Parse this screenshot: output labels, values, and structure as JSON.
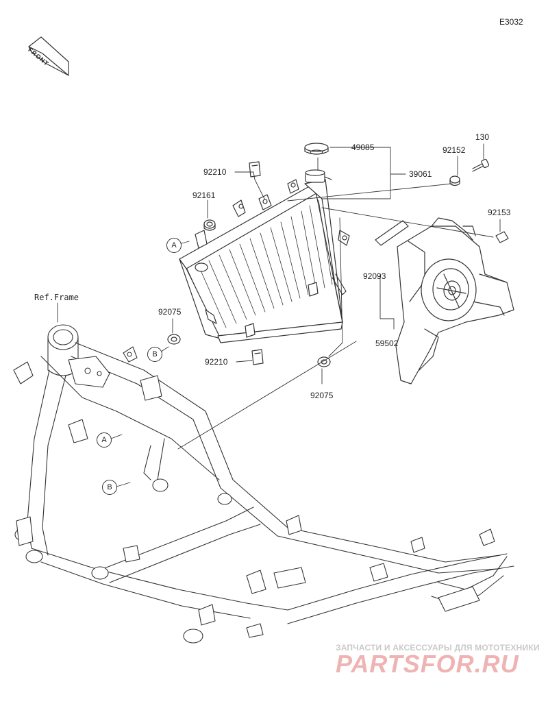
{
  "diagram_code": "E3032",
  "front_arrow": {
    "label": "FRONT",
    "icon": "front-direction-arrow-icon"
  },
  "ref_frame_label": "Ref.Frame",
  "callouts": {
    "c_49085": "49085",
    "c_39061": "39061",
    "c_92210_top": "92210",
    "c_92161": "92161",
    "c_92152": "92152",
    "c_130": "130",
    "c_92153": "92153",
    "c_92093": "92093",
    "c_59502": "59502",
    "c_92075_left": "92075",
    "c_92210_bottom": "92210",
    "c_92075_bottom": "92075"
  },
  "position_markers": {
    "a_top": "A",
    "b_top": "B",
    "a_frame": "A",
    "b_frame": "B"
  },
  "parts_icons": [
    "radiator-icon",
    "radiator-cap-icon",
    "fan-shroud-icon",
    "cooling-fan-icon",
    "bolt-icon",
    "grommet-icon",
    "collar-icon",
    "clip-icon",
    "frame-icon"
  ],
  "watermark": {
    "tagline": "ЗАПЧАСТИ И АКСЕССУАРЫ ДЛЯ МОТОТЕХНИКИ",
    "logo_text": "PARTSFOR.RU",
    "logo_color": "#e06666"
  },
  "colors": {
    "line": "#333333",
    "background": "#ffffff"
  }
}
